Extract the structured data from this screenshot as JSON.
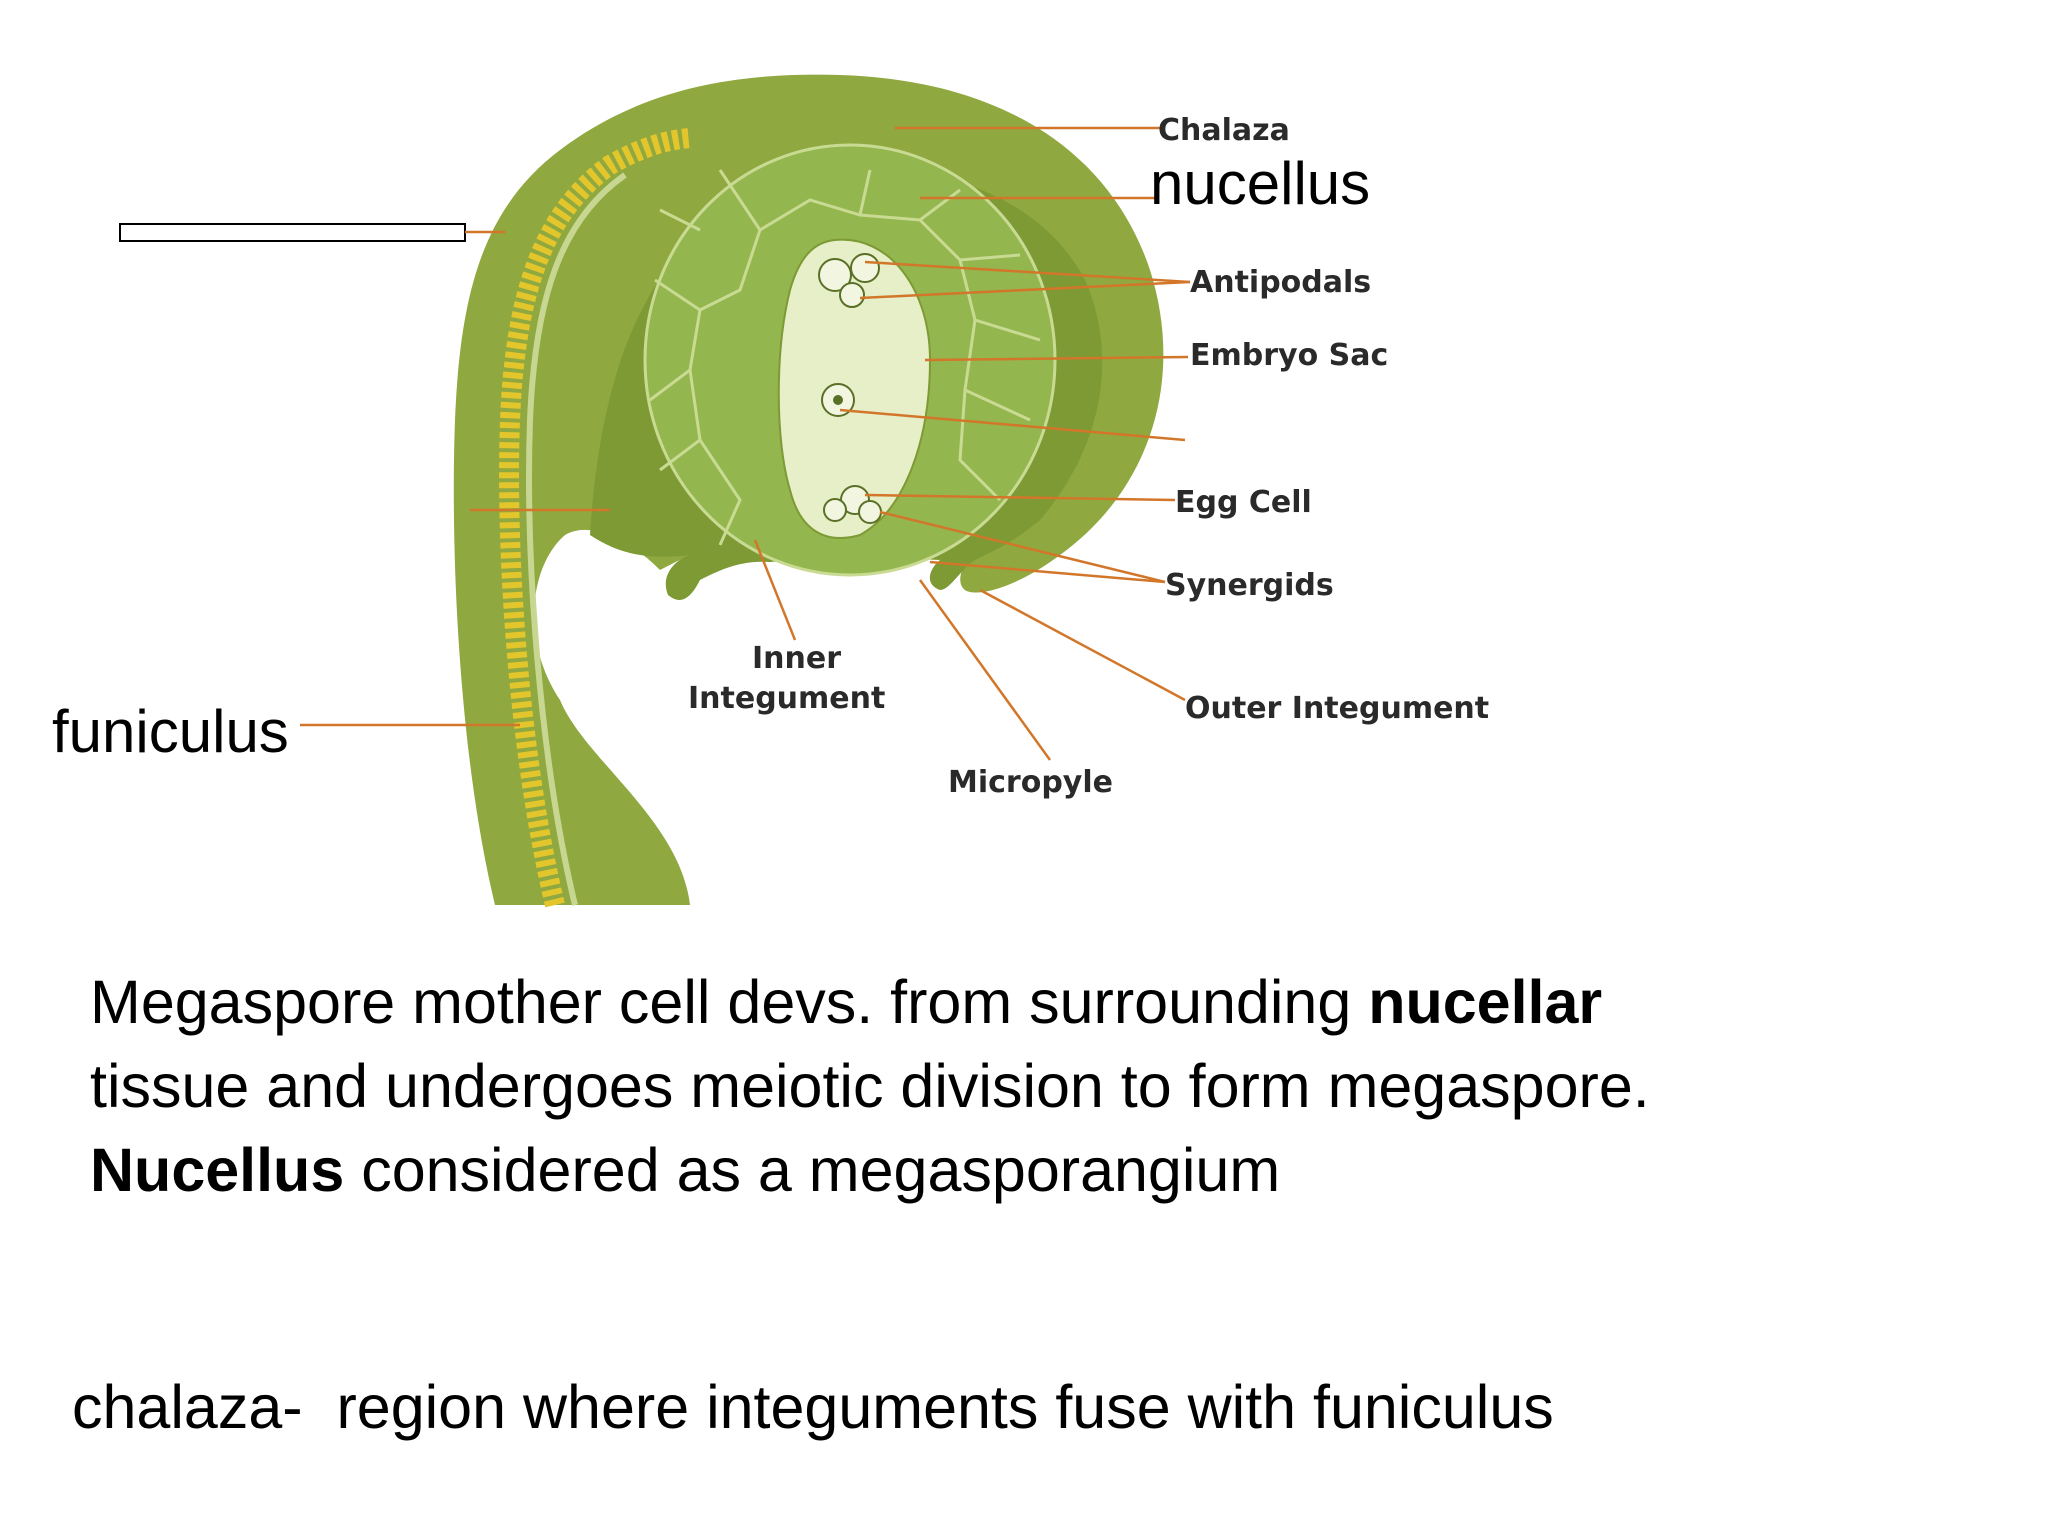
{
  "diagram": {
    "labels": {
      "chalaza": "Chalaza",
      "nucellus": "nucellus",
      "antipodals": "Antipodals",
      "embryo_sac": "Embryo Sac",
      "egg_cell": "Egg Cell",
      "synergids": "Synergids",
      "outer_integument": "Outer Integument",
      "inner_integument_line1": "Inner",
      "inner_integument_line2": "Integument",
      "micropyle": "Micropyle",
      "funiculus": "funiculus"
    },
    "colors": {
      "outer_integument": "#8fa83f",
      "inner_integument": "#7d9a35",
      "nucellus": "#94b64f",
      "embryo_sac": "#e6efc8",
      "vascular_strand": "#e3c62c",
      "leader_lines": "#d2772a"
    }
  },
  "text": {
    "line1_a": "Megaspore mother cell devs. from surrounding ",
    "line1_b": "nucellar",
    "line2": "tissue and undergoes meiotic division to form megaspore.",
    "line3_a": "Nucellus",
    "line3_b": " considered as a megasporangium",
    "chalaza_note": "chalaza-  region where integuments fuse with funiculus"
  }
}
